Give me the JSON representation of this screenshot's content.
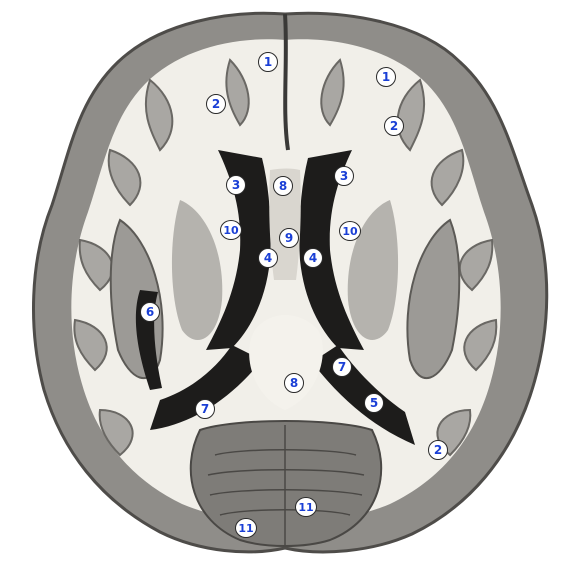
{
  "image": {
    "subject": "axial-brain-section",
    "colors": {
      "background": "#ffffff",
      "white_matter": "#f1efe9",
      "gray_matter": "#8f8d89",
      "cortex_edge": "#5c5a56",
      "ventricle": "#1d1c1b",
      "label_text": "#1a3fd6",
      "label_ring": "#2a2a2a"
    }
  },
  "labels": [
    {
      "id": "l1a",
      "text": "1"
    },
    {
      "id": "l1b",
      "text": "1"
    },
    {
      "id": "l2a",
      "text": "2"
    },
    {
      "id": "l2b",
      "text": "2"
    },
    {
      "id": "l2c",
      "text": "2"
    },
    {
      "id": "l3a",
      "text": "3"
    },
    {
      "id": "l3b",
      "text": "3"
    },
    {
      "id": "l4a",
      "text": "4"
    },
    {
      "id": "l4b",
      "text": "4"
    },
    {
      "id": "l5",
      "text": "5"
    },
    {
      "id": "l6",
      "text": "6"
    },
    {
      "id": "l7a",
      "text": "7"
    },
    {
      "id": "l7b",
      "text": "7"
    },
    {
      "id": "l8a",
      "text": "8"
    },
    {
      "id": "l8b",
      "text": "8"
    },
    {
      "id": "l9",
      "text": "9"
    },
    {
      "id": "l10a",
      "text": "10"
    },
    {
      "id": "l10b",
      "text": "10"
    },
    {
      "id": "l11a",
      "text": "11"
    },
    {
      "id": "l11b",
      "text": "11"
    }
  ]
}
